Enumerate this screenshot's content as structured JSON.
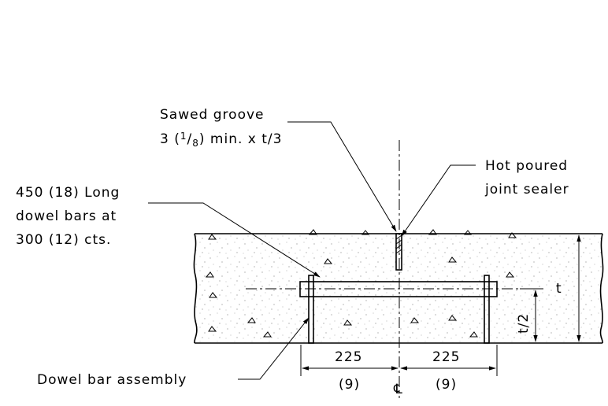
{
  "labels": {
    "sawed_groove_line1": "Sawed groove",
    "sawed_groove_line2_prefix": "3 (",
    "sawed_groove_fraction_num": "1",
    "sawed_groove_fraction_den": "8",
    "sawed_groove_line2_suffix": ") min. x t/3",
    "hot_poured_line1": "Hot poured",
    "hot_poured_line2": "joint sealer",
    "dowel_line1": "450 (18) Long",
    "dowel_line2": "dowel bars at",
    "dowel_line3": "300 (12) cts.",
    "dowel_assembly": "Dowel bar assembly"
  },
  "dimensions": {
    "left_mm": "225",
    "left_in": "(9)",
    "right_mm": "225",
    "right_in": "(9)",
    "half_thickness": "t/2",
    "thickness": "t",
    "centerline_symbol": "℄"
  }
}
